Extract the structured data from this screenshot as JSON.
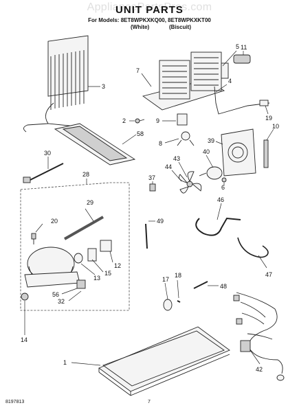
{
  "watermark": "AppliancePartsPros.com",
  "title": "UNIT PARTS",
  "models_line": "For Models: 8ET8WPKXKQ00, 8ET8WPKXKT00",
  "variant_white": "(White)",
  "variant_biscuit": "(Biscuit)",
  "footer_left": "8197813",
  "footer_page": "7",
  "callouts": {
    "c1": "1",
    "c2": "2",
    "c3": "3",
    "c4": "4",
    "c5": "5",
    "c6": "6",
    "c7": "7",
    "c8": "8",
    "c9": "9",
    "c10": "10",
    "c11": "11",
    "c12": "12",
    "c13": "13",
    "c14": "14",
    "c15": "15",
    "c17": "17",
    "c18": "18",
    "c19": "19",
    "c20": "20",
    "c28": "28",
    "c29": "29",
    "c30": "30",
    "c32": "32",
    "c37": "37",
    "c39": "39",
    "c40": "40",
    "c42": "42",
    "c43": "43",
    "c44": "44",
    "c46": "46",
    "c47": "47",
    "c48": "48",
    "c49": "49",
    "c56": "56",
    "c58": "58"
  }
}
